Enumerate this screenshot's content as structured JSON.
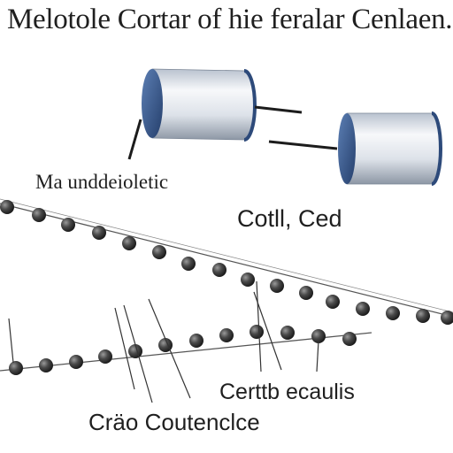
{
  "title": "Melotole Cortar of hie feralar Cenlaen.",
  "labels": {
    "molecule_label": "Ma unddeioletic",
    "cold_label": "Cotll, Ced",
    "chain_label": "Certtb ecaulis",
    "bottom_label": "Cräo Coutenclce"
  },
  "colors": {
    "cylinder_blue": "#3a5a8c",
    "bead": "#3c3c3c",
    "line": "#1c1c1c"
  }
}
